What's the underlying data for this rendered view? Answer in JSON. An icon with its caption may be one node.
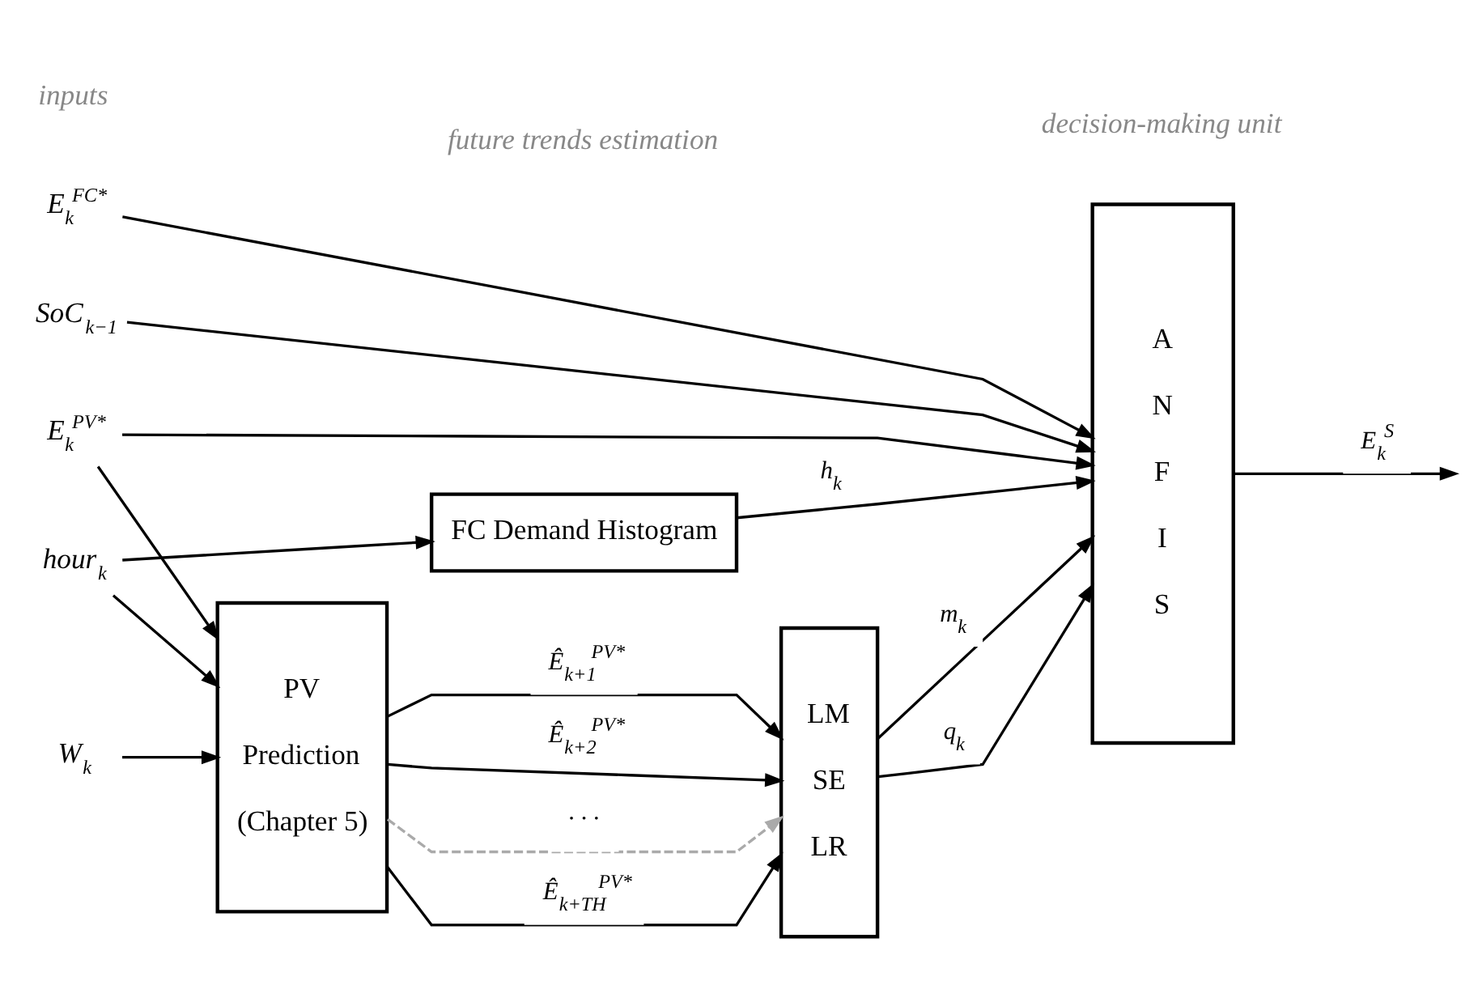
{
  "diagram": {
    "nodes": [
      {
        "text": [
          "E$_{k}$$^{PV*}$"
        ]
      },
      {
        "text": [
          "E$_{k}$$^{FC*}$"
        ]
      },
      {
        "text": [
          "SoC$_{k−1}$"
        ]
      },
      {
        "text": [
          "hour$_{k}$"
        ]
      },
      {
        "text": [
          "W$_{k}$"
        ]
      },
      {
        "text": [
          "FC Demand Histogram"
        ]
      },
      {
        "text": [
          "PV Prediction (Chapter 5)"
        ]
      },
      {
        "text": [
          "LM SE LR"
        ]
      },
      {
        "text": [
          "A N F I S"
        ]
      }
    ],
    "edges": [
      {
        "from": 0,
        "to": 8,
        "arrow": "to"
      },
      {
        "from": 1,
        "to": 8,
        "arrow": "to"
      },
      {
        "from": 2,
        "to": 8,
        "arrow": "to"
      },
      {
        "from": 3,
        "to": 5,
        "arrow": "to"
      },
      {
        "from": 0,
        "to": 6,
        "arrow": "to"
      },
      {
        "from": 3,
        "to": 6,
        "arrow": "to"
      },
      {
        "from": 4,
        "to": 6,
        "arrow": "to"
      },
      {
        "from": 5,
        "to": 8,
        "arrow": "to",
        "label": "h$_{k}$"
      },
      {
        "from": 6,
        "to": 7,
        "arrow": "to",
        "label": "Ê$_{k+1}$$^{PV*}$"
      },
      {
        "from": 6,
        "to": 7,
        "arrow": "to",
        "label": "Ê$_{k+2}$$^{PV*}$"
      },
      {
        "from": 6,
        "to": 7,
        "arrow": "to",
        "label": "· · ·",
        "style": "dashed",
        "color": "#aaaaaa"
      },
      {
        "from": 6,
        "to": 7,
        "arrow": "to",
        "label": "Ê$_{k+TH}$$^{PV*}$"
      },
      {
        "from": 7,
        "to": 8,
        "arrow": "to",
        "label": "m$_{k}$"
      },
      {
        "from": 7,
        "to": 8,
        "arrow": "to",
        "label": "q$_{k}$"
      },
      {
        "from": 8,
        "to": null,
        "arrow": "to",
        "label": "E$_{k}$$^{S}$"
      }
    ],
    "labels": [
      "inputs",
      "future trends estimation",
      "decision-making unit"
    ]
  }
}
